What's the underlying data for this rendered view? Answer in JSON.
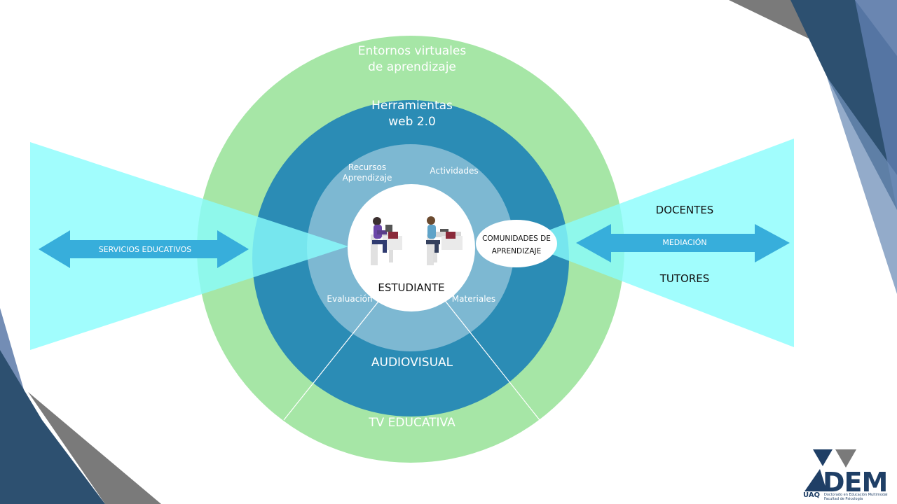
{
  "colors": {
    "outer_ring": "#a6e6a6",
    "middle_ring": "#2b8cb5",
    "inner_ring": "#7db8d2",
    "core": "#ffffff",
    "cone": "#8afcfc",
    "arrow": "#37aedb",
    "corner_dark": "#2d5070",
    "corner_gray": "#7a7a7a",
    "corner_blue": "#5a79a8"
  },
  "rings": {
    "outer_label_line1": "Entornos virtuales",
    "outer_label_line2": "de aprendizaje",
    "middle_label_line1": "Herramientas",
    "middle_label_line2": "web 2.0",
    "inner_recursos_line1": "Recursos",
    "inner_recursos_line2": "Aprendizaje",
    "inner_actividades": "Actividades",
    "inner_evaluacion": "Evaluación",
    "inner_materiales": "Materiales",
    "audiovisual": "AUDIOVISUAL",
    "tv_educativa": "TV EDUCATIVA"
  },
  "center": {
    "student_label": "ESTUDIANTE",
    "bubble_line1": "COMUNIDADES DE",
    "bubble_line2": "APRENDIZAJE"
  },
  "left": {
    "arrow_label": "SERVICIOS EDUCATIVOS"
  },
  "right": {
    "docentes": "DOCENTES",
    "arrow_label": "MEDIACIÓN",
    "tutores": "TUTORES"
  },
  "logo": {
    "word": "DEM",
    "uaq": "UAQ",
    "subtitle_line1": "Doctorado en Educación Multimodal",
    "subtitle_line2": "Facultad de Psicología"
  }
}
